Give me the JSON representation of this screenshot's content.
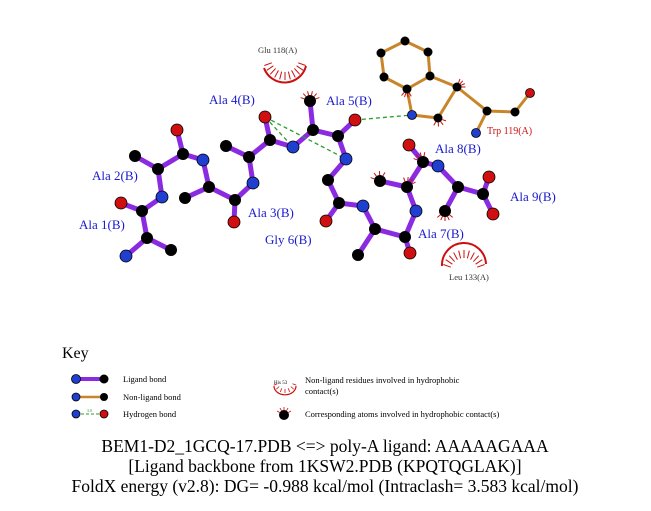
{
  "colors": {
    "ligand_bond": "#8a2be2",
    "nonligand_bond": "#c8852a",
    "hbond": "#2a9d2a",
    "carbon": "#000000",
    "nitrogen": "#1f3fd0",
    "oxygen": "#d01010",
    "residue_label_ligand": "#1a1acd",
    "residue_label_protein": "#cc1010",
    "hydrophobic": "#cc1010"
  },
  "ligand_residues": {
    "ala1": "Ala 1(B)",
    "ala2": "Ala 2(B)",
    "ala3": "Ala 3(B)",
    "ala4": "Ala 4(B)",
    "ala5": "Ala 5(B)",
    "gly6": "Gly 6(B)",
    "ala7": "Ala 7(B)",
    "ala8": "Ala 8(B)",
    "ala9": "Ala 9(B)"
  },
  "protein_residues": {
    "glu118": "Glu 118(A)",
    "trp119": "Trp 119(A)",
    "leu133": "Leu 133(A)"
  },
  "key": {
    "title": "Key",
    "ligand_bond": "Ligand bond",
    "nonligand_bond": "Non-ligand bond",
    "hydrogen_bond": "Hydrogen bond",
    "hbond_distance_sample": "3.0",
    "sample_residue": "His 53",
    "hydrophobic_residues_line1": "Non-ligand residues involved in hydrophobic",
    "hydrophobic_residues_line2": "contact(s)",
    "hydrophobic_atoms": "Corresponding atoms involved in hydrophobic contact(s)"
  },
  "caption": {
    "line1": "BEM1-D2_1GCQ-17.PDB <=> poly-A ligand: AAAAAGAAA",
    "line2": "[Ligand backbone from 1KSW2.PDB (KPQTQGLAK)]",
    "line3": "FoldX energy (v2.8): DG= -0.988 kcal/mol (Intraclash= 3.583 kcal/mol)"
  }
}
